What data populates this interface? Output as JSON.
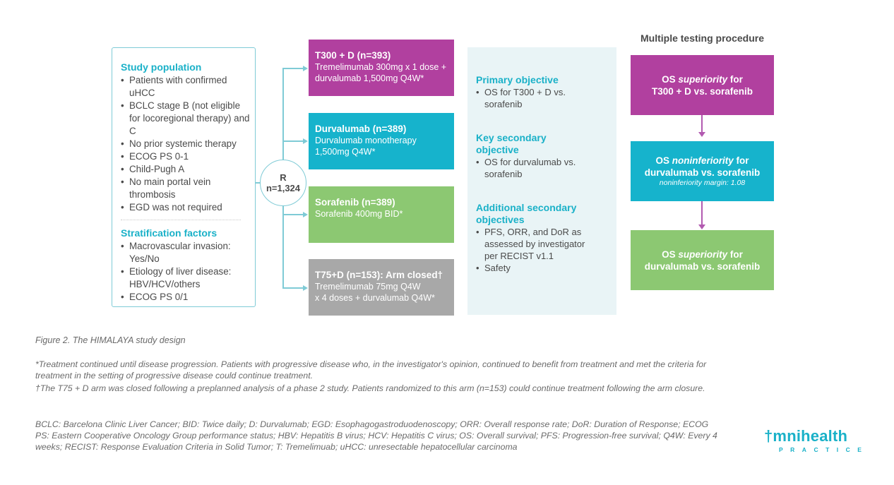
{
  "population": {
    "title": "Study population",
    "items": [
      {
        "lines": [
          "Patients with confirmed",
          "uHCC"
        ]
      },
      {
        "lines": [
          "BCLC stage B (not eligible",
          "for locoregional therapy) and C"
        ]
      },
      {
        "lines": [
          "No prior systemic therapy"
        ]
      },
      {
        "lines": [
          "ECOG PS 0-1"
        ]
      },
      {
        "lines": [
          "Child-Pugh A"
        ]
      },
      {
        "lines": [
          "No main portal vein",
          "thrombosis"
        ]
      },
      {
        "lines": [
          "EGD was not required"
        ]
      }
    ]
  },
  "stratification": {
    "title": "Stratification factors",
    "items": [
      {
        "lines": [
          "Macrovascular invasion:",
          "Yes/No"
        ]
      },
      {
        "lines": [
          "Etiology of liver disease:",
          "HBV/HCV/others"
        ]
      },
      {
        "lines": [
          "ECOG PS 0/1"
        ]
      }
    ]
  },
  "randomization": {
    "label": "R",
    "n": "n=1,324"
  },
  "arms": [
    {
      "title": "T300 + D (n=393)",
      "desc": [
        "Tremelimumab 300mg x 1 dose +",
        "durvalumab 1,500mg Q4W*"
      ],
      "color": "#b1409f"
    },
    {
      "title": "Durvalumab (n=389)",
      "desc": [
        "Durvalumab monotherapy",
        "1,500mg Q4W*"
      ],
      "color": "#16b3cc"
    },
    {
      "title": "Sorafenib (n=389)",
      "desc": [
        "Sorafenib 400mg BID*"
      ],
      "color": "#8cc872"
    },
    {
      "title": "T75+D (n=153): Arm closed†",
      "desc": [
        "Tremelimumab 75mg Q4W",
        "x 4 doses + durvalumab Q4W*"
      ],
      "color": "#a8a8a8"
    }
  ],
  "objectives": [
    {
      "title": [
        "Primary objective"
      ],
      "items": [
        [
          "OS for T300 + D vs.",
          "sorafenib"
        ]
      ]
    },
    {
      "title": [
        "Key secondary",
        "objective"
      ],
      "items": [
        [
          "OS for durvalumab vs.",
          "sorafenib"
        ]
      ]
    },
    {
      "title": [
        "Additional secondary",
        "objectives"
      ],
      "items": [
        [
          "PFS, ORR, and DoR as",
          "assessed by investigator",
          "per RECIST v1.1"
        ],
        [
          "Safety"
        ]
      ]
    }
  ],
  "mtp": {
    "heading": "Multiple testing procedure",
    "boxes": [
      {
        "pre": "OS ",
        "em": "superiority",
        "post": " for",
        "line2": "T300 + D vs. sorafenib",
        "small": "",
        "color": "#b1409f"
      },
      {
        "pre": "OS ",
        "em": "noninferiority",
        "post": " for",
        "line2": "durvalumab vs. sorafenib",
        "small": "noninferiority margin: 1.08",
        "color": "#16b3cc"
      },
      {
        "pre": "OS ",
        "em": "superiority",
        "post": " for",
        "line2": "durvalumab vs. sorafenib",
        "small": "",
        "color": "#8cc872"
      }
    ]
  },
  "caption": "Figure 2. The HIMALAYA study design",
  "footnotes": {
    "star": "*Treatment continued until disease progression. Patients with progressive disease who, in the investigator's opinion, continued to benefit from treatment and met the criteria for treatment in the setting of progressive disease could continue treatment.",
    "dagger": "†The T75 + D arm was closed following a preplanned analysis of a phase 2 study. Patients randomized to this arm (n=153) could continue treatment following the arm closure.",
    "abbrev": "BCLC: Barcelona Clinic Liver Cancer; BID: Twice daily; D: Durvalumab; EGD: Esophagogastroduodenoscopy; ORR: Overall response rate; DoR: Duration of Response; ECOG PS: Eastern Cooperative Oncology Group performance status; HBV: Hepatitis B virus; HCV: Hepatitis C virus; OS: Overall survival; PFS: Progression-free survival; Q4W: Every 4 weeks; RECIST: Response Evaluation Criteria in Solid Tumor; T: Tremelimuab; uHCC: unresectable hepatocellular carcinoma"
  },
  "logo": {
    "word": "†mnihealth",
    "sub": "PRACTICE"
  }
}
